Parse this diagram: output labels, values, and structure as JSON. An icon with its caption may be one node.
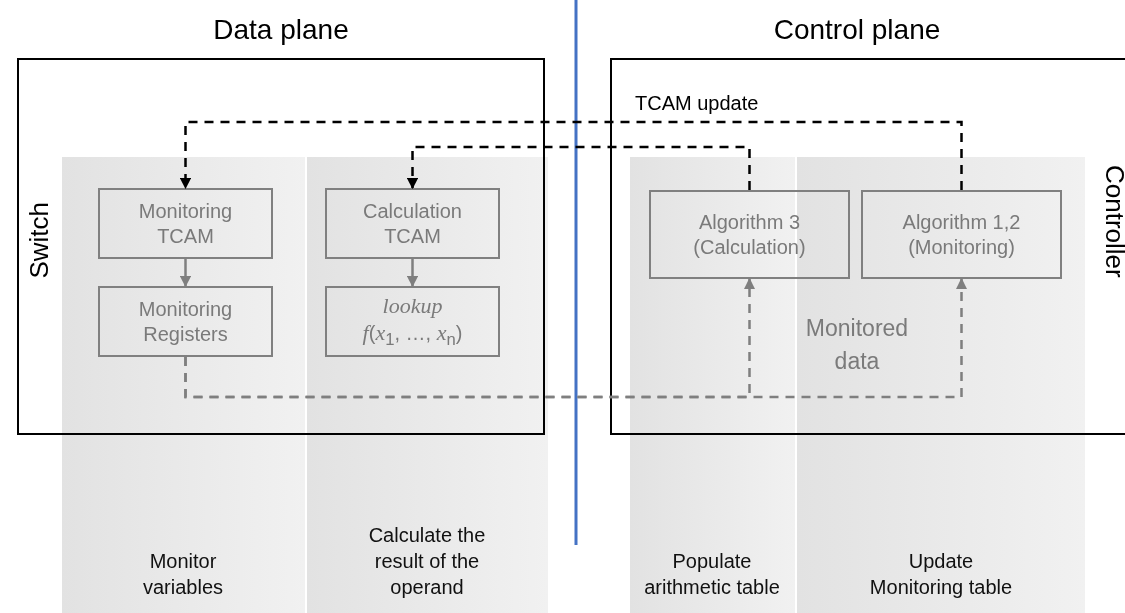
{
  "diagram": {
    "nodes": [
      {
        "text": [
          "Switch"
        ],
        "beside": [
          "Data plane"
        ]
      },
      {
        "text": [
          "Controller"
        ],
        "beside": [
          "Control plane"
        ]
      },
      {
        "text": [
          "Monitoring TCAM"
        ],
        "in": 0
      },
      {
        "text": [
          "Monitoring Registers"
        ],
        "in": 0
      },
      {
        "text": [
          "Calculation TCAM"
        ],
        "in": 0
      },
      {
        "text": [
          "*lookup* *f*(*x*$_{1}$, …, *x*$_{n}$)"
        ],
        "in": 0
      },
      {
        "text": [
          "Algorithm 3 (Calculation)"
        ],
        "in": 1
      },
      {
        "text": [
          "Algorithm 1,2 (Monitoring)"
        ],
        "in": 1
      }
    ],
    "edges": [
      {
        "from": 2,
        "to": 3,
        "arrow": "to"
      },
      {
        "from": 4,
        "to": 5,
        "arrow": "to"
      },
      {
        "from": 7,
        "to": 2,
        "arrow": "to",
        "style": "dashed",
        "color": "#000000"
      },
      {
        "from": 6,
        "to": 4,
        "arrow": "to",
        "style": "dashed",
        "color": "#000000"
      },
      {
        "from": 3,
        "to": 6,
        "arrow": "to",
        "style": "dashed"
      },
      {
        "from": 3,
        "to": 7,
        "arrow": "to",
        "style": "dashed"
      }
    ],
    "labels": [
      "TCAM update",
      "Monitored data",
      "Monitor variables",
      "Calculate the result of the operand",
      "Populate arithmetic table",
      "Update Monitoring table"
    ]
  }
}
